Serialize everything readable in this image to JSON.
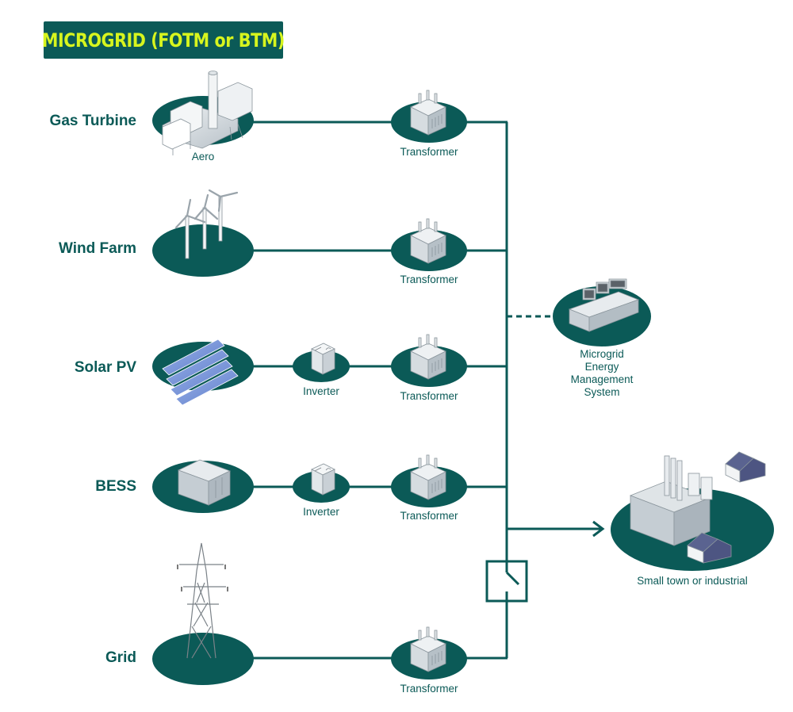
{
  "title": "MICROGRID (FOTM or BTM)",
  "colors": {
    "primary": "#0b5a57",
    "title_text": "#d7f51e",
    "equipment_gray": "#c9d0d6",
    "solar_blue": "#6f8fd6",
    "roof_blue": "#5a6390"
  },
  "sources": [
    {
      "label": "Gas Turbine",
      "icon": "gas-turbine-icon",
      "caption": "Aero",
      "has_inverter": false,
      "transformer": "Transformer"
    },
    {
      "label": "Wind Farm",
      "icon": "wind-turbine-icon",
      "caption": "",
      "has_inverter": false,
      "transformer": "Transformer"
    },
    {
      "label": "Solar PV",
      "icon": "solar-panel-icon",
      "caption": "",
      "has_inverter": true,
      "inverter": "Inverter",
      "transformer": "Transformer"
    },
    {
      "label": "BESS",
      "icon": "battery-container-icon",
      "caption": "",
      "has_inverter": true,
      "inverter": "Inverter",
      "transformer": "Transformer"
    },
    {
      "label": "Grid",
      "icon": "transmission-tower-icon",
      "caption": "",
      "has_inverter": false,
      "transformer": "Transformer"
    }
  ],
  "controller": {
    "label_lines": [
      "Microgrid",
      "Energy",
      "Management",
      "System"
    ],
    "icon": "control-desk-icon",
    "connection": "dashed"
  },
  "load": {
    "label": "Small town or industrial",
    "icon": "factory-houses-icon"
  },
  "switch": {
    "icon": "breaker-switch-icon",
    "state": "open"
  }
}
